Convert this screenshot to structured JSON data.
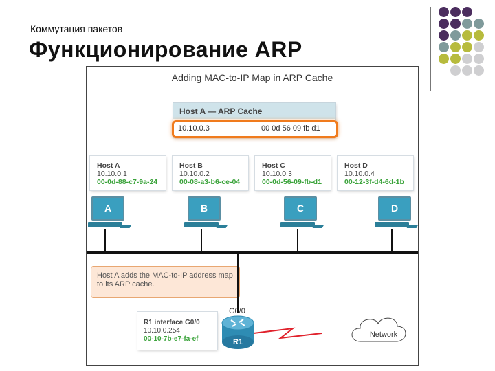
{
  "slide": {
    "subtitle": "Коммутация пакетов",
    "title": "Функционирование ARP",
    "dot_colors": [
      "#4b2d5e",
      "#7f9a9b",
      "#b7bb3d",
      "#cfcfd1"
    ]
  },
  "figure": {
    "title": "Adding MAC-to-IP Map in ARP Cache",
    "arp_cache": {
      "title": "Host A — ARP Cache",
      "entry_ip": "10.10.0.3",
      "entry_mac": "00 0d 56 09 fb d1"
    },
    "hosts": [
      {
        "name": "Host A",
        "ip": "10.10.0.1",
        "mac": "00-0d-88-c7-9a-24",
        "letter": "A"
      },
      {
        "name": "Host B",
        "ip": "10.10.0.2",
        "mac": "00-08-a3-b6-ce-04",
        "letter": "B"
      },
      {
        "name": "Host C",
        "ip": "10.10.0.3",
        "mac": "00-0d-56-09-fb-d1",
        "letter": "C"
      },
      {
        "name": "Host D",
        "ip": "10.10.0.4",
        "mac": "00-12-3f-d4-6d-1b",
        "letter": "D"
      }
    ],
    "callout": "Host A adds the MAC-to-IP address map to its ARP cache.",
    "router": {
      "interface_title": "R1 interface G0/0",
      "ip": "10.10.0.254",
      "mac": "00-10-7b-e7-fa-ef",
      "port_label": "G0/0",
      "name": "R1"
    },
    "network_label": "Network",
    "colors": {
      "highlight": "#f07b1d",
      "mac_green": "#3aa33a",
      "pc_blue": "#3a9fbf",
      "router_blue": "#2e8cb3",
      "wan_red": "#e0212b"
    }
  }
}
